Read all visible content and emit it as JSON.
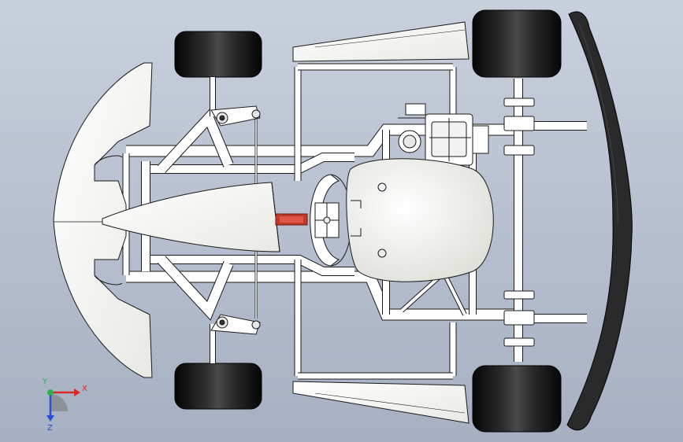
{
  "viewport": {
    "background_top": "#c9d0dd",
    "background_bottom": "#a6b0c2"
  },
  "model": {
    "part_color": "#ffffff",
    "edge_color": "#1a1a1a",
    "tire_color": "#151515",
    "bumper_color": "#2a2a2a",
    "steering_column_color": "#c0392b"
  },
  "triad": {
    "x_label": "X",
    "y_label": "Y",
    "z_label": "Z",
    "x_color": "#d62b2b",
    "y_color": "#2bb24c",
    "z_color": "#2b4fd6"
  }
}
